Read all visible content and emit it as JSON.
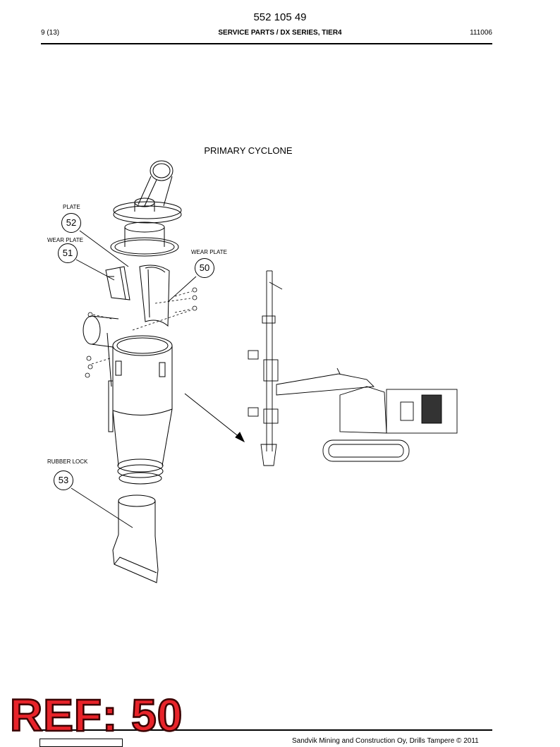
{
  "header": {
    "doc_number": "552 105 49",
    "page": "9 (13)",
    "title": "SERVICE PARTS / DX SERIES, TIER4",
    "code": "111006"
  },
  "drawing": {
    "title": "PRIMARY CYCLONE",
    "callouts": [
      {
        "number": "52",
        "label": "PLATE"
      },
      {
        "number": "51",
        "label": "WEAR PLATE"
      },
      {
        "number": "50",
        "label": "WEAR PLATE"
      },
      {
        "number": "53",
        "label": "RUBBER LOCK"
      }
    ]
  },
  "stamp": {
    "text": "REF: 50",
    "color": "#e8232a"
  },
  "footer": {
    "text": "Sandvik Mining and Construction Oy, Drills Tampere © 2011"
  }
}
